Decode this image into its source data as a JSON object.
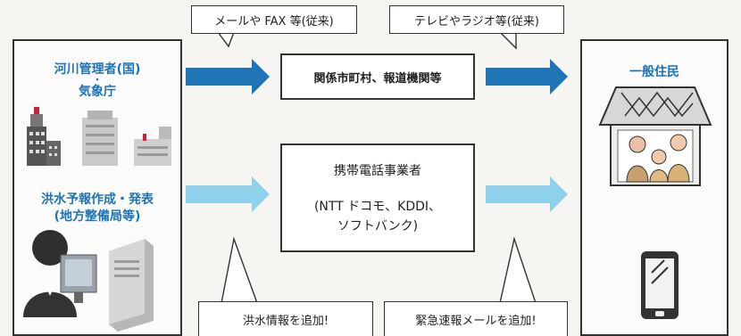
{
  "left_panel": {
    "top_label_line1": "河川管理者(国)",
    "top_label_line2": "気象庁",
    "bottom_label_line1": "洪水予報作成・発表",
    "bottom_label_line2": "(地方整備局等)"
  },
  "right_panel": {
    "label": "一般住民"
  },
  "top_route": {
    "box_label": "関係市町村、報道機関等",
    "callout_left": "メールや FAX 等(従来)",
    "callout_right": "テレビやラジオ等(従来)"
  },
  "bottom_route": {
    "box_line1": "携帯電話事業者",
    "box_line2": "(NTT ドコモ、KDDI、",
    "box_line3": "ソフトバンク)",
    "callout_left": "洪水情報を追加!",
    "callout_right": "緊急速報メールを追加!"
  },
  "colors": {
    "arrow_dark": "#1f74b6",
    "arrow_light": "#8fd0ea",
    "label_blue": "#1d73b8"
  },
  "icons": {
    "buildings": "government-buildings-icon",
    "house": "house-with-family-icon",
    "person": "person-at-computer-icon",
    "server": "server-tower-icon",
    "phone": "smartphone-icon"
  }
}
